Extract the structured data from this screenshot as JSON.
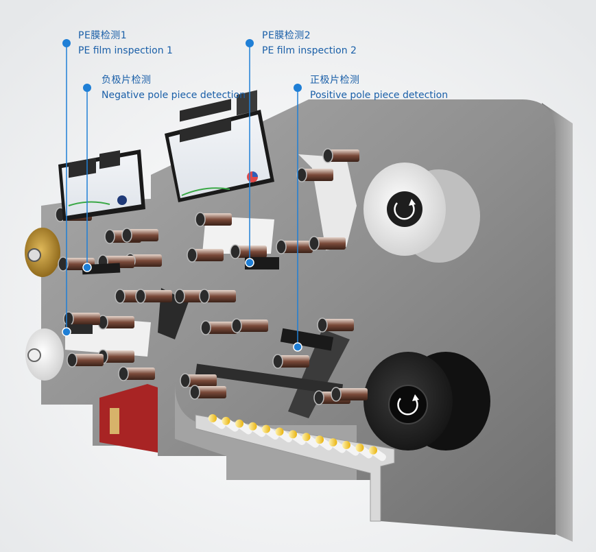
{
  "callouts": [
    {
      "zh": "PE膜检测1",
      "en": "PE film inspection 1"
    },
    {
      "zh": "负极片检测",
      "en": "Negative pole piece detection"
    },
    {
      "zh": "PE膜检测2",
      "en": "PE film inspection 2"
    },
    {
      "zh": "正极片检测",
      "en": "Positive pole piece detection"
    }
  ],
  "colors": {
    "callout_text": "#1a5fa8",
    "callout_dot": "#1f7fd6",
    "machine_body": "#8e8e8e",
    "copper_foil": "#b8860b",
    "electrolyte_cells": "#f5c518",
    "red_hopper": "#a82424"
  }
}
